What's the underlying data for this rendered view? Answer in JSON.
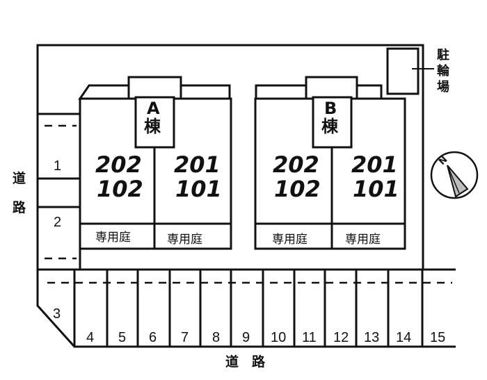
{
  "title": "駐車場・敷地配置図",
  "buildings": [
    {
      "name": "A棟",
      "label_letter": "A",
      "label_kanji": "棟",
      "units": [
        {
          "upper": "202",
          "lower": "102",
          "garden": "専用庭"
        },
        {
          "upper": "201",
          "lower": "101",
          "garden": "専用庭"
        }
      ]
    },
    {
      "name": "B棟",
      "label_letter": "B",
      "label_kanji": "棟",
      "units": [
        {
          "upper": "202",
          "lower": "102",
          "garden": "専用庭"
        },
        {
          "upper": "201",
          "lower": "101",
          "garden": "専用庭"
        }
      ]
    }
  ],
  "parking_spaces": [
    "1",
    "2",
    "3",
    "4",
    "5",
    "6",
    "7",
    "8",
    "9",
    "10",
    "11",
    "12",
    "13",
    "14",
    "15"
  ],
  "bicycle_parking": {
    "chars": [
      "駐",
      "輪",
      "場"
    ]
  },
  "roads": {
    "left": [
      "道",
      "路"
    ],
    "bottom": "道　路"
  },
  "compass": {
    "label": "N",
    "icon": "north-arrow-icon"
  },
  "colors": {
    "line": "#111111",
    "background": "#ffffff",
    "compass_fill": "#bdbdbd"
  }
}
